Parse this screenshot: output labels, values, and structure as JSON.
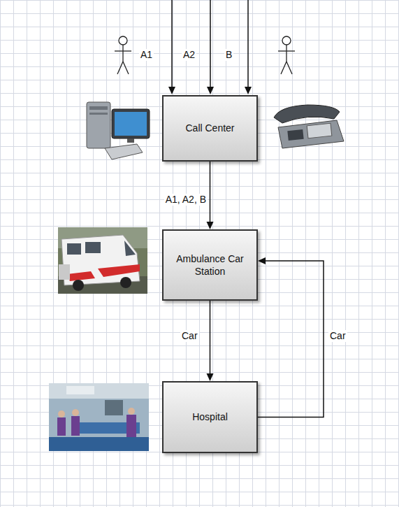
{
  "diagram": {
    "nodes": [
      {
        "text": [
          "Call Center"
        ]
      },
      {
        "text": [
          "Ambulance Car Station"
        ]
      },
      {
        "text": [
          "Hospital"
        ]
      }
    ],
    "edges": [
      {
        "from": 0,
        "to": 1,
        "label": "A1, A2, B",
        "arrow": "to"
      },
      {
        "from": 1,
        "to": 2,
        "label": "Car",
        "arrow": "to"
      },
      {
        "from": 2,
        "to": 1,
        "label": "Car",
        "arrow": "to"
      }
    ],
    "labels": [
      "A1",
      "A2",
      "B"
    ]
  }
}
